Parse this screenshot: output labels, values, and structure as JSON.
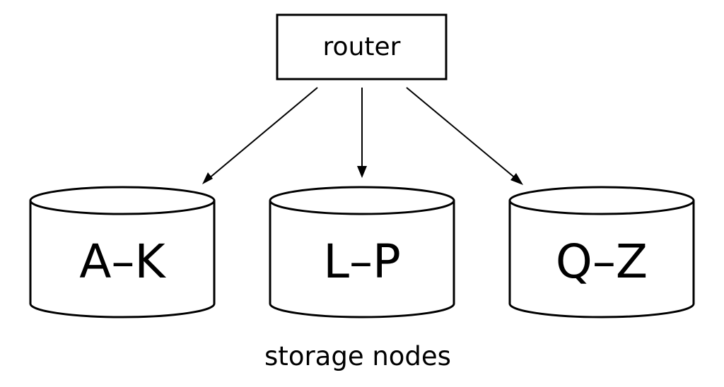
{
  "router": {
    "label": "router"
  },
  "nodes": [
    {
      "label": "A–K"
    },
    {
      "label": "L–P"
    },
    {
      "label": "Q–Z"
    }
  ],
  "caption": "storage nodes",
  "colors": {
    "stroke": "#000000",
    "fill": "#ffffff",
    "text": "#000000"
  }
}
